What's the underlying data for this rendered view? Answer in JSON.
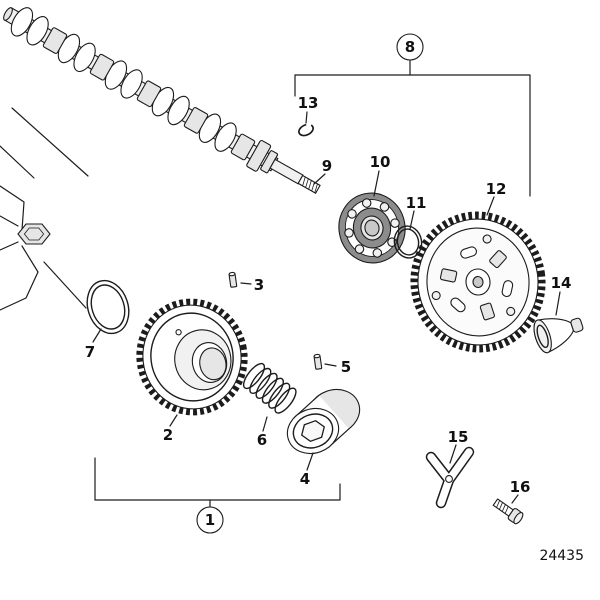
{
  "page": {
    "background": "#ffffff",
    "ink_color": "#1c1c1c"
  },
  "diagram": {
    "drawing_number": "24435",
    "callouts": [
      {
        "label": "1",
        "circled": true
      },
      {
        "label": "2",
        "circled": false
      },
      {
        "label": "3",
        "circled": false
      },
      {
        "label": "4",
        "circled": false
      },
      {
        "label": "5",
        "circled": false
      },
      {
        "label": "6",
        "circled": false
      },
      {
        "label": "7",
        "circled": false
      },
      {
        "label": "8",
        "circled": true
      },
      {
        "label": "9",
        "circled": false
      },
      {
        "label": "10",
        "circled": false
      },
      {
        "label": "11",
        "circled": false
      },
      {
        "label": "12",
        "circled": false
      },
      {
        "label": "13",
        "circled": false
      },
      {
        "label": "14",
        "circled": false
      },
      {
        "label": "15",
        "circled": false
      },
      {
        "label": "16",
        "circled": false
      }
    ]
  }
}
